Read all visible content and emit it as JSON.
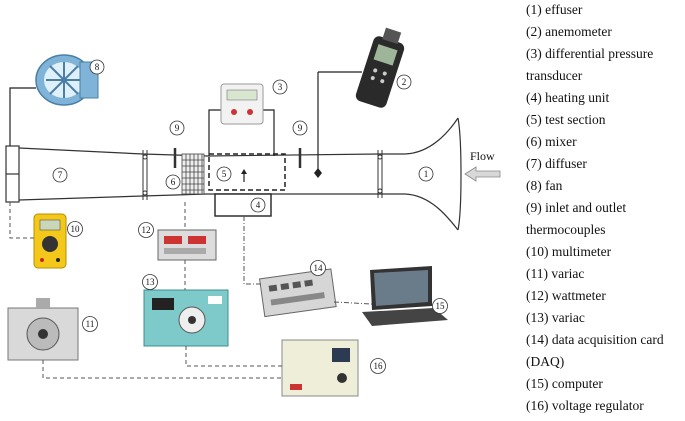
{
  "figure": {
    "flow_label": "Flow",
    "callouts": [
      "1",
      "2",
      "3",
      "4",
      "5",
      "6",
      "7",
      "8",
      "9",
      "9",
      "10",
      "11",
      "12",
      "13",
      "14",
      "15",
      "16"
    ]
  },
  "legend": [
    "(1) effuser",
    "(2) anemometer",
    "(3) differential pressure",
    "transducer",
    "(4) heating unit",
    "(5) test section",
    "(6) mixer",
    "(7)  diffuser",
    "(8) fan",
    "(9) inlet and outlet",
    "thermocouples",
    "(10) multimeter",
    "(11) variac",
    "(12) wattmeter",
    "(13) variac",
    "(14) data acquisition card",
    "(DAQ)",
    "(15) computer",
    "(16) voltage regulator"
  ]
}
